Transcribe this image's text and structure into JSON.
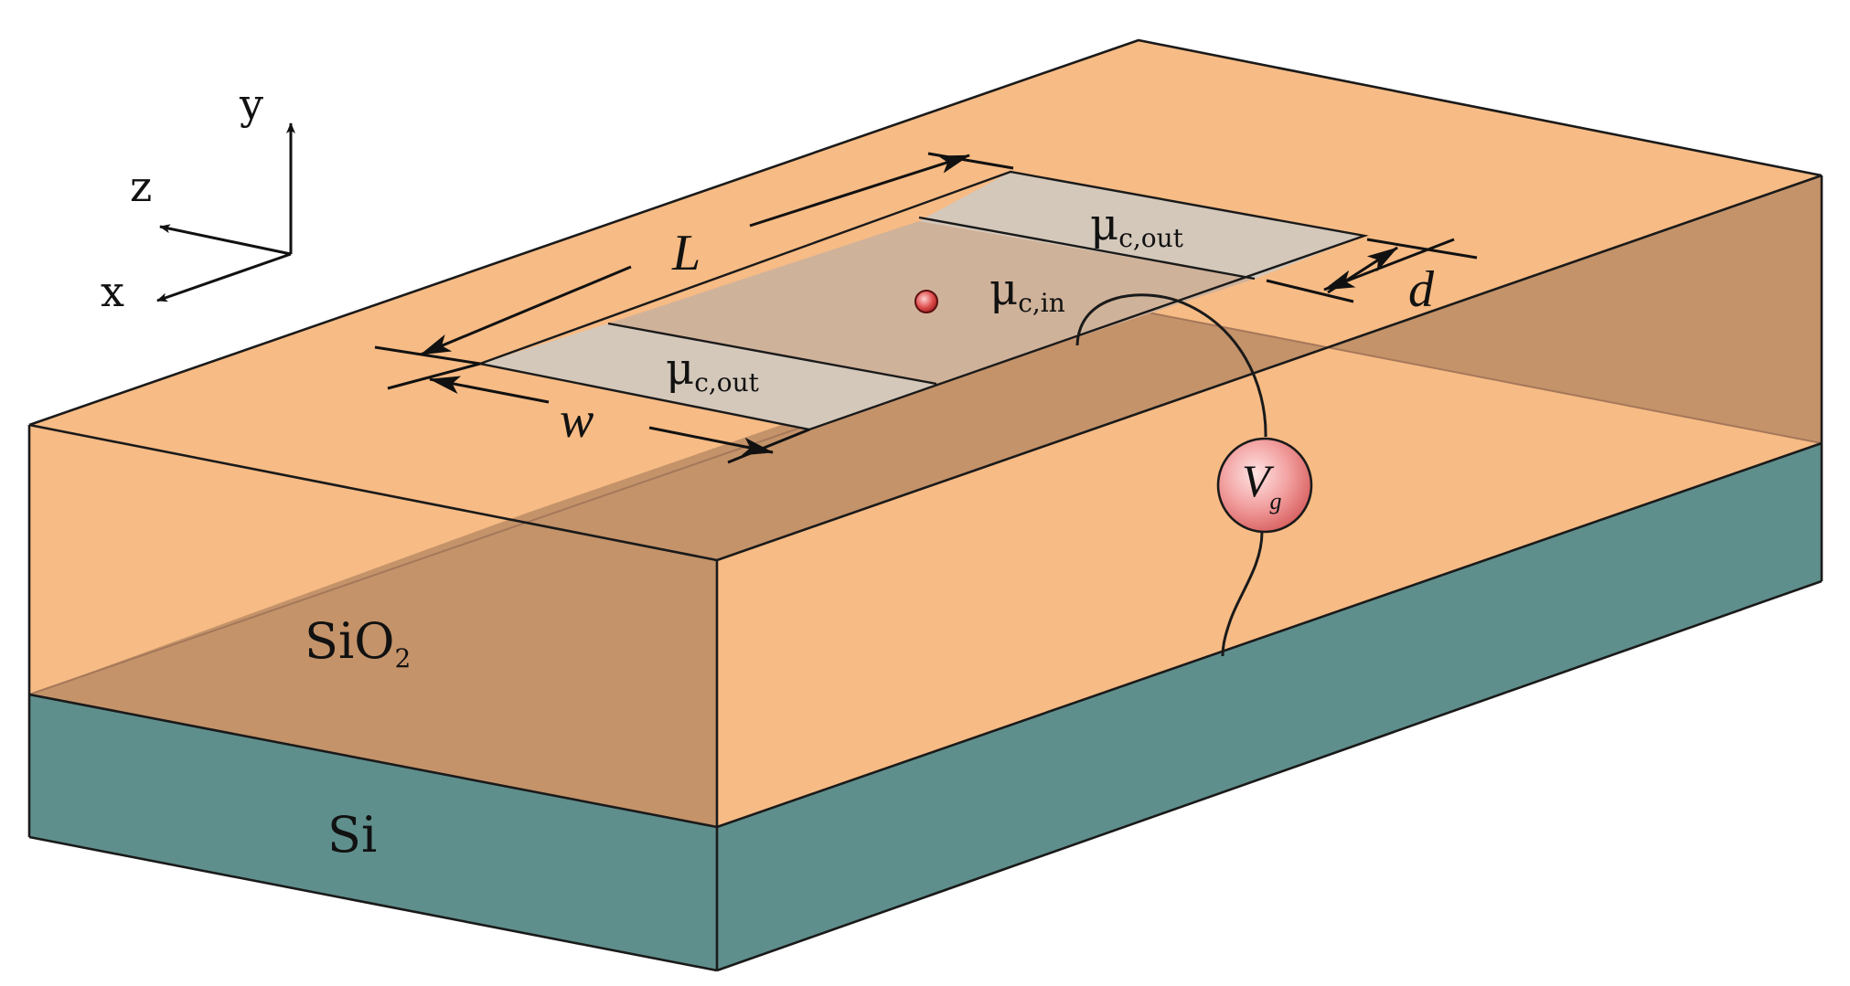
{
  "diagram": {
    "axes": {
      "y": "y",
      "z": "z",
      "x": "x"
    },
    "dimensions": {
      "length": "L",
      "width": "w",
      "gap": "d"
    },
    "regions": {
      "outer_left": "μ",
      "outer_left_sub": "c,out",
      "inner": "μ",
      "inner_sub": "c,in",
      "outer_right": "μ",
      "outer_right_sub": "c,out"
    },
    "source": {
      "symbol": "V",
      "subscript": "g"
    },
    "materials": {
      "oxide": "SiO",
      "oxide_sub": "2",
      "substrate": "Si"
    },
    "colors": {
      "oxide_top": "#F7BB85",
      "oxide_front": "#F7BB85",
      "oxide_shadow": "#C4936A",
      "substrate": "#5F8F8C",
      "graphene_outer": "#D4C8BB",
      "graphene_inner": "#CFB29A",
      "source_fill": "#F2A0A0"
    }
  }
}
